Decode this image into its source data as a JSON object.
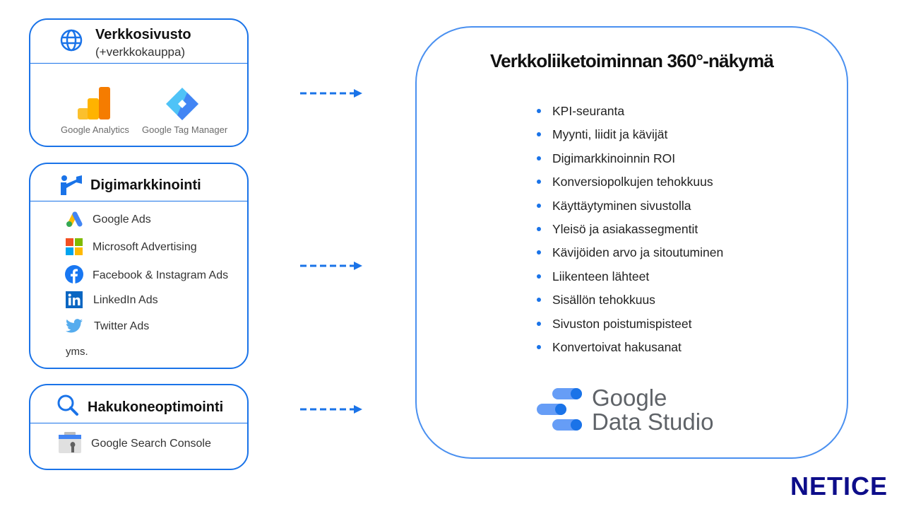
{
  "sources": [
    {
      "title": "Verkkosivusto",
      "subtitle": "(+verkkokauppa)",
      "tools": [
        "Google Analytics",
        "Google Tag Manager"
      ]
    },
    {
      "title": "Digimarkkinointi",
      "tools": [
        "Google Ads",
        "Microsoft Advertising",
        "Facebook & Instagram Ads",
        "LinkedIn Ads",
        "Twitter Ads"
      ],
      "more": "yms."
    },
    {
      "title": "Hakukoneoptimointi",
      "tools": [
        "Google Search Console"
      ]
    }
  ],
  "target": {
    "title": "Verkkoliiketoiminnan 360°-näkymä",
    "bullets": [
      "KPI-seuranta",
      "Myynti, liidit ja kävijät",
      "Digimarkkinoinnin ROI",
      "Konversiopolkujen tehokkuus",
      "Käyttäytyminen sivustolla",
      "Yleisö ja asiakassegmentit",
      "Kävijöiden arvo ja sitoutuminen",
      "Liikenteen lähteet",
      "Sisällön tehokkuus",
      "Sivuston poistumispisteet",
      "Konvertoivat hakusanat"
    ],
    "logo_line1": "Google",
    "logo_line2": "Data Studio"
  },
  "brand": "NETICE",
  "colors": {
    "accent": "#1a73e8",
    "brand": "#0d0d8a"
  }
}
